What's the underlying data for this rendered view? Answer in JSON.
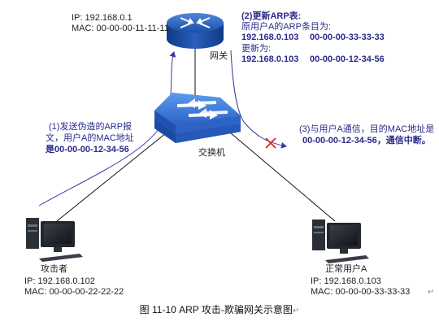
{
  "gateway": {
    "ip": "IP: 192.168.0.1",
    "mac": "MAC: 00-00-00-11-11-11",
    "label": "网关"
  },
  "switch": {
    "label": "交换机"
  },
  "attacker": {
    "label": "攻击者",
    "ip": "IP: 192.168.0.102",
    "mac": "MAC: 00-00-00-22-22-22"
  },
  "user": {
    "label": "正常用户A",
    "ip": "IP: 192.168.0.103",
    "mac": "MAC: 00-00-00-33-33-33"
  },
  "step1": {
    "line1": "(1)发送伪造的ARP报",
    "line2": "文，用户A的MAC地址",
    "line3": "是00-00-00-12-34-56"
  },
  "step2": {
    "title": "(2)更新ARP表:",
    "line1": "原用户A的ARP条目为:",
    "old_ip": "192.168.0.103",
    "old_mac": "00-00-00-33-33-33",
    "line2": "更新为:",
    "new_ip": "192.168.0.103",
    "new_mac": "00-00-00-12-34-56"
  },
  "step3": {
    "line1": "(3)与用户A通信，目的MAC地址是",
    "line2": "00-00-00-12-34-56，通信中断。"
  },
  "caption": "图 11-10 ARP 攻击-欺骗网关示意图",
  "colors": {
    "annotation": "#2a2a8c",
    "router": "#1f56b8",
    "switch": "#2c6fd6",
    "cross": "#e02020"
  }
}
